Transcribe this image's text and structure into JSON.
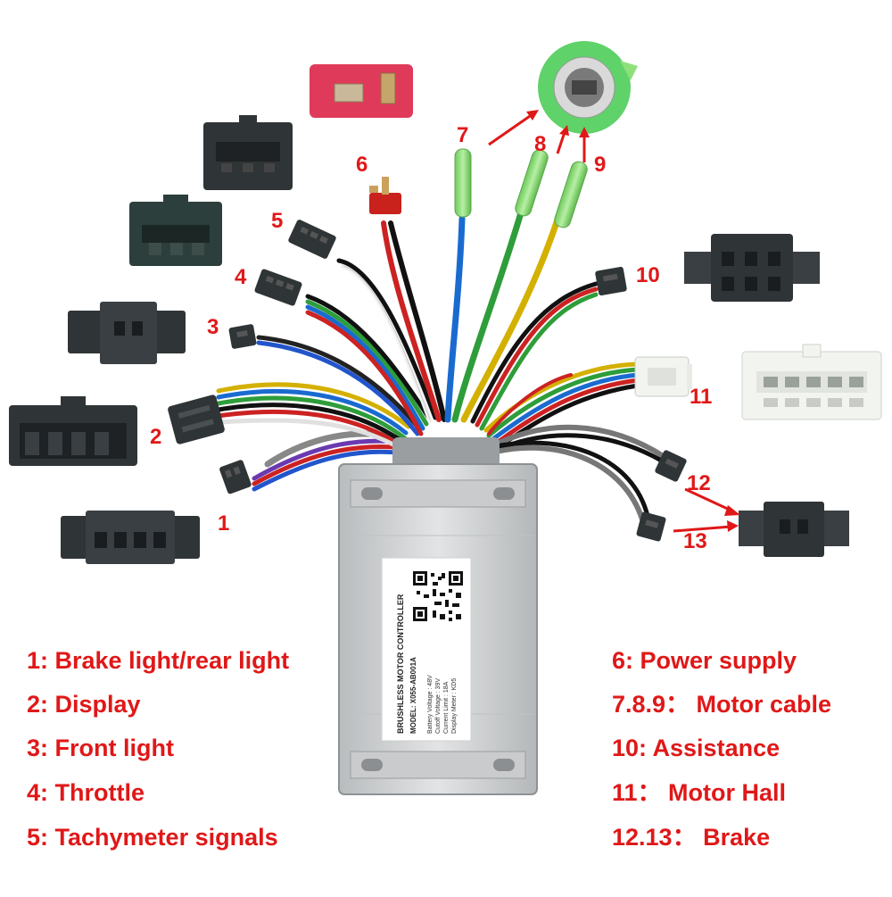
{
  "callout_numbers": [
    "1",
    "2",
    "3",
    "4",
    "5",
    "6",
    "7",
    "8",
    "9",
    "10",
    "11",
    "12",
    "13"
  ],
  "legend_left": [
    "1: Brake light/rear light",
    "2: Display",
    "3: Front light",
    "4: Throttle",
    "5: Tachymeter signals"
  ],
  "legend_right": [
    "6:  Power supply",
    "7.8.9： Motor cable",
    "10:  Assistance",
    "11： Motor Hall",
    "12.13： Brake"
  ],
  "controller_label": {
    "title": "BRUSHLESS MOTOR CONTROLLER",
    "model": "MODEL: X055-AB001A",
    "spec_1": "Battery Voltage : 48V",
    "spec_2": "Cutoff  Voltage : 39V",
    "spec_3": "Current Limit    : 18A",
    "spec_4": "Display Meter    : KD5"
  },
  "colors": {
    "annotation": "#e01818",
    "connector_black": "#2f3437",
    "connector_white": "#f1f4ef",
    "housing": "#cfd1d2",
    "sleeve_green": "#8ee07a"
  }
}
